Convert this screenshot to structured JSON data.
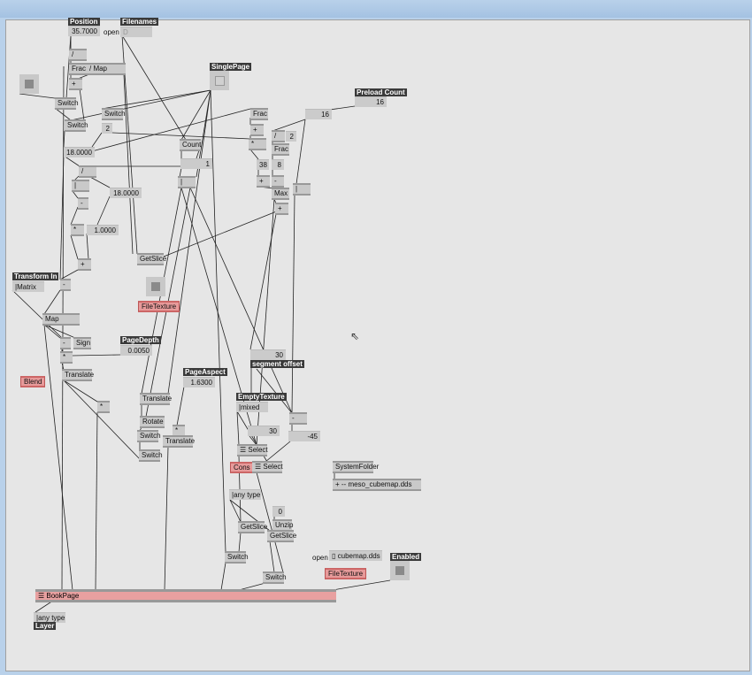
{
  "nodes": {
    "position_label": "Position",
    "position_value": "35.7000",
    "open1": "open",
    "filenames_label": "Filenames",
    "filenames_value": "D",
    "div1": "/",
    "frac1": "Frac",
    "map1": "/  Map",
    "plus1": "+",
    "switch1": "Switch",
    "switch2": "Switch",
    "switch3": "Switch",
    "two1": "2",
    "singlepage_label": "SinglePage",
    "val18a": "18.0000",
    "count": "Count",
    "one1": "1",
    "div2": "/",
    "bar1": "|",
    "val18b": "18.0000",
    "minus1": "-",
    "mul1": "*",
    "val1": "1.0000",
    "plus2": "+",
    "getslice1": "GetSlice",
    "bar2": "|",
    "frac2": "Frac",
    "plus3": "+",
    "mul2": "*",
    "v38": "38",
    "plus4": "+",
    "div3": "/",
    "two2": "2",
    "frac3": "Frac",
    "v8": "8",
    "minus2": "-",
    "max": "Max",
    "plus5": "+",
    "bar3": "|",
    "v16": "16",
    "preload_label": "Preload Count",
    "preload_value": "16",
    "transform_label": "Transform In",
    "transform_value": "|Matrix",
    "minus3": "-",
    "filetexture1": "FileTexture",
    "map2": "Map",
    "minus4": "-",
    "sign": "Sign",
    "mul3": "*",
    "pagedepth_label": "PageDepth",
    "pagedepth_value": "0.0050",
    "blend": "Blend",
    "translate1": "Translate",
    "mul4": "*",
    "pageaspect_label": "PageAspect",
    "pageaspect_value": "1.6300",
    "translate2": "Translate",
    "rotate": "Rotate",
    "switch4": "Switch",
    "translate3": "Translate",
    "mul5": "*",
    "switch5": "Switch",
    "v30a": "30",
    "segment_label": "segment offset",
    "emptytex_label": "EmptyTexture",
    "emptytex_value": "|mixed",
    "v30b": "30",
    "minus5": "-",
    "vneg45": "-45",
    "select1": "☰ Select",
    "cons": "Cons",
    "select2": "☰ Select",
    "systemfolder": "SystemFolder",
    "cubemap_path": "+  --  meso_cubemap.dds",
    "anytype1": "|any type",
    "zero": "0",
    "unzip": "Unzip",
    "getslice2": "GetSlice",
    "getslice3": "GetSlice",
    "switch6": "Switch",
    "open2": "open",
    "cubemap_file": "▯ cubemap.dds",
    "enabled_label": "Enabled",
    "filetexture2": "FileTexture",
    "switch7": "Switch",
    "bookpage": "☰ BookPage",
    "anytype2": "|any type",
    "layer_label": "Layer"
  }
}
